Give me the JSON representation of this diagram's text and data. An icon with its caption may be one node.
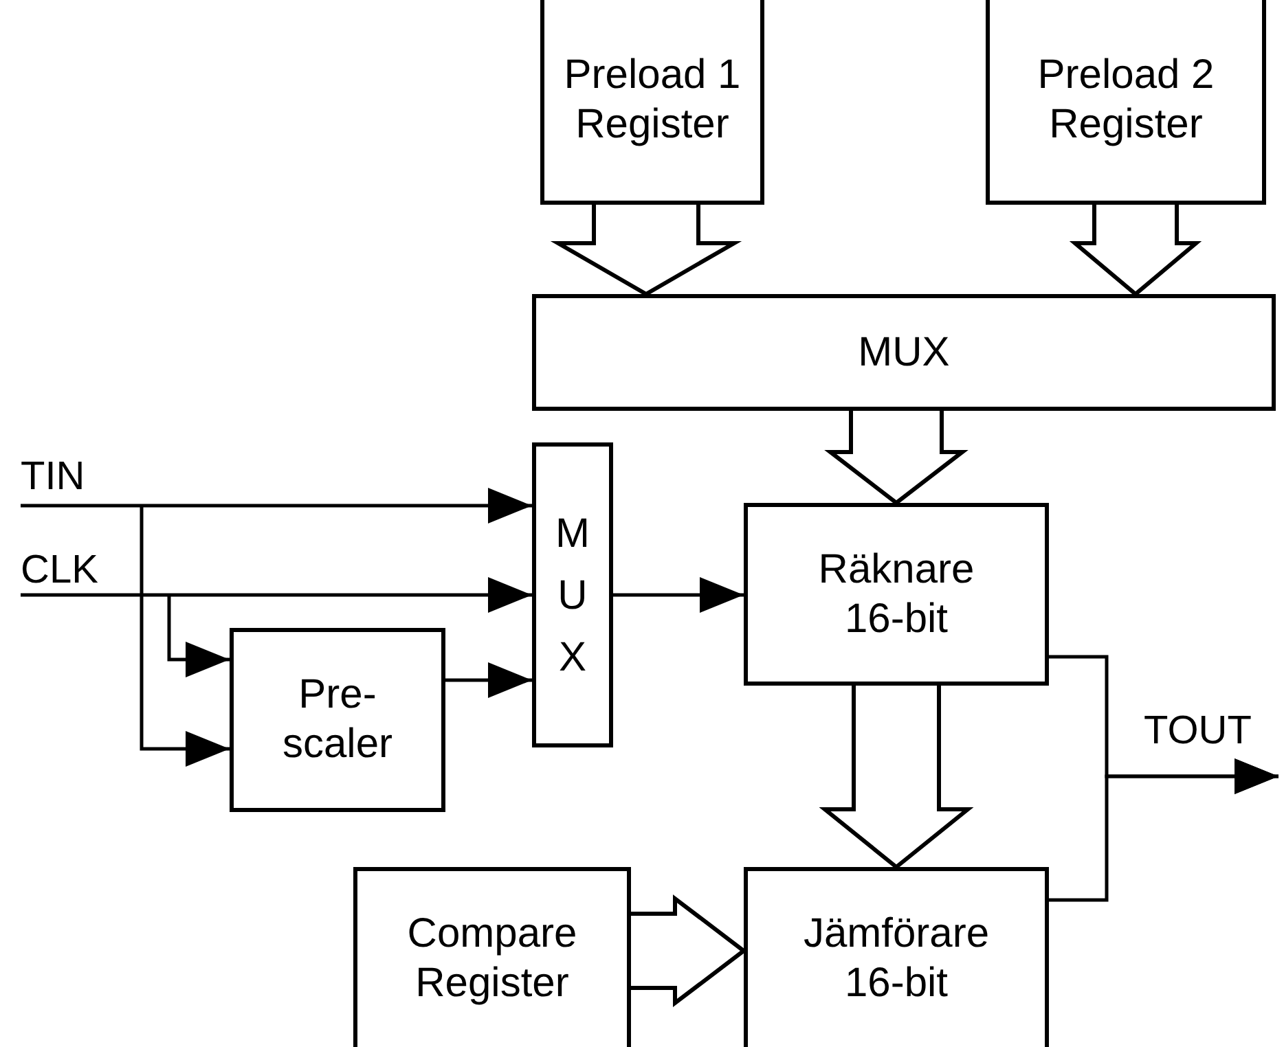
{
  "diagram": {
    "nodes": [
      {
        "text": [
          "Preload 1 Register"
        ]
      },
      {
        "text": [
          "Preload 2 Register"
        ]
      },
      {
        "text": [
          "MUX"
        ]
      },
      {
        "text": [
          "M U X"
        ]
      },
      {
        "text": [
          "Räknare 16-bit"
        ]
      },
      {
        "text": [
          "Pre- scaler"
        ]
      },
      {
        "text": [
          "Compare Register"
        ]
      },
      {
        "text": [
          "Jämförare 16-bit"
        ]
      }
    ],
    "edges": [
      {
        "from": 0,
        "to": 2,
        "arrow": "to",
        "style": "thick"
      },
      {
        "from": 1,
        "to": 2,
        "arrow": "to",
        "style": "thick"
      },
      {
        "from": 2,
        "to": 4,
        "arrow": "to",
        "style": "thick"
      },
      {
        "from": null,
        "to": 3,
        "arrow": "to"
      },
      {
        "from": null,
        "to": 5,
        "arrow": "to"
      },
      {
        "from": null,
        "to": 3,
        "arrow": "to"
      },
      {
        "from": null,
        "to": 5,
        "arrow": "to"
      },
      {
        "from": 5,
        "to": 3,
        "arrow": "to"
      },
      {
        "from": 3,
        "to": 4,
        "arrow": "to"
      },
      {
        "from": 4,
        "to": 7,
        "arrow": "to",
        "style": "thick"
      },
      {
        "from": 6,
        "to": 7,
        "arrow": "to",
        "style": "thick"
      },
      {
        "from": 4,
        "to": null,
        "arrow": "to"
      },
      {
        "from": 7,
        "to": null,
        "arrow": "to"
      }
    ],
    "labels": [
      "TIN",
      "CLK",
      "TOUT"
    ]
  }
}
